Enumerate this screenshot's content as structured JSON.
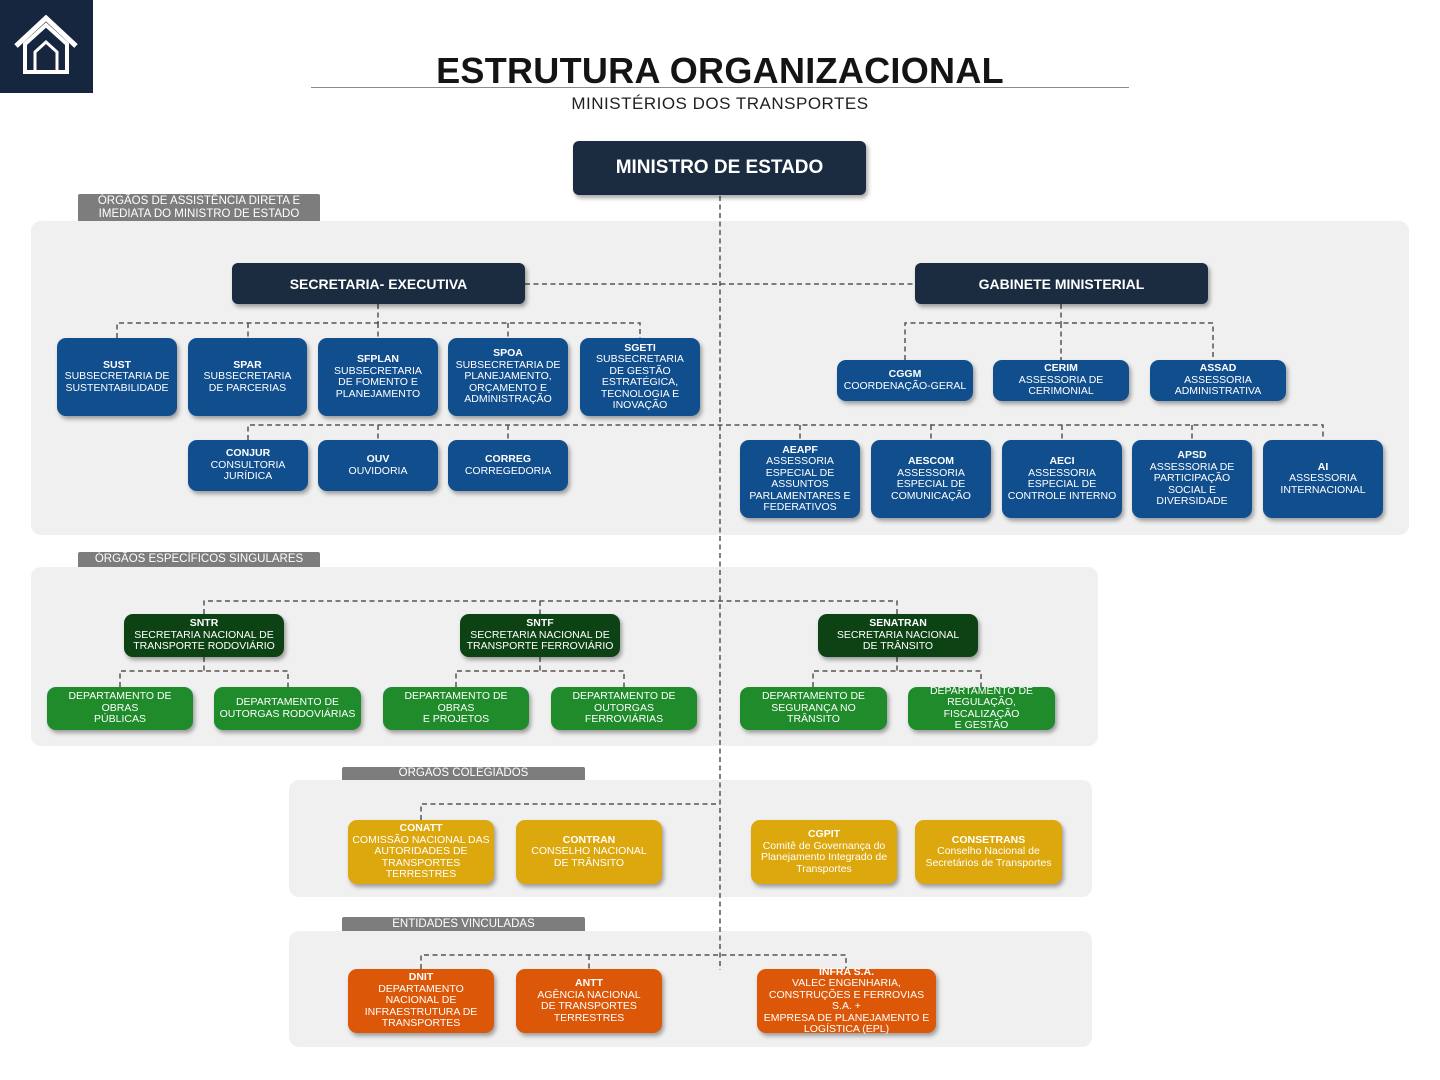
{
  "header": {
    "title": "ESTRUTURA ORGANIZACIONAL",
    "subtitle": "MINISTÉRIOS DOS TRANSPORTES",
    "logo_icon": "house-icon"
  },
  "top": {
    "minister": "MINISTRO DE ESTADO"
  },
  "sections": {
    "assistencia": "ÓRGÃOS DE ASSISTÊNCIA DIRETA E IMEDIATA DO MINISTRO DE ESTADO",
    "especificos": "ÓRGÃOS ESPECÍFICOS SINGULARES",
    "colegiados": "ÓRGÃOS COLEGIADOS",
    "vinculadas": "ENTIDADES VINCULADAS"
  },
  "assistencia": {
    "secretaria_executiva": "SECRETARIA- EXECUTIVA",
    "gabinete": "GABINETE MINISTERIAL",
    "subsecretarias": [
      {
        "abbr": "SUST",
        "desc": "SUBSECRETARIA DE\nSUSTENTABILIDADE"
      },
      {
        "abbr": "SPAR",
        "desc": "SUBSECRETARIA\nDE PARCERIAS"
      },
      {
        "abbr": "SFPLAN",
        "desc": "SUBSECRETARIA\nDE FOMENTO E\nPLANEJAMENTO"
      },
      {
        "abbr": "SPOA",
        "desc": "SUBSECRETARIA DE\nPLANEJAMENTO,\nORÇAMENTO E\nADMINISTRAÇÃO"
      },
      {
        "abbr": "SGETI",
        "desc": "SUBSECRETARIA\nDE GESTÃO\nESTRATÉGICA,\nTECNOLOGIA E\nINOVAÇÃO"
      }
    ],
    "orgaos_se": [
      {
        "abbr": "CONJUR",
        "desc": "CONSULTORIA\nJURÍDICA"
      },
      {
        "abbr": "OUV",
        "desc": "OUVIDORIA"
      },
      {
        "abbr": "CORREG",
        "desc": "CORREGEDORIA"
      }
    ],
    "gabinete_unidades": [
      {
        "abbr": "CGGM",
        "desc": "COORDENAÇÃO-GERAL"
      },
      {
        "abbr": "CERIM",
        "desc": "ASSESSORIA DE\nCERIMONIAL"
      },
      {
        "abbr": "ASSAD",
        "desc": "ASSESSORIA\nADMINISTRATIVA"
      }
    ],
    "assessorias": [
      {
        "abbr": "AEAPF",
        "desc": "ASSESSORIA\nESPECIAL DE\nASSUNTOS\nPARLAMENTARES E\nFEDERATIVOS"
      },
      {
        "abbr": "AESCOM",
        "desc": "ASSESSORIA\nESPECIAL DE\nCOMUNICAÇÃO"
      },
      {
        "abbr": "AECI",
        "desc": "ASSESSORIA\nESPECIAL DE\nCONTROLE INTERNO"
      },
      {
        "abbr": "APSD",
        "desc": "ASSESSORIA DE\nPARTICIPAÇÃO\nSOCIAL E\nDIVERSIDADE"
      },
      {
        "abbr": "AI",
        "desc": "ASSESSORIA\nINTERNACIONAL"
      }
    ]
  },
  "especificos": {
    "secretarias": [
      {
        "abbr": "SNTR",
        "desc": "SECRETARIA NACIONAL DE\nTRANSPORTE RODOVIÁRIO"
      },
      {
        "abbr": "SNTF",
        "desc": "SECRETARIA NACIONAL DE\nTRANSPORTE FERROVIÁRIO"
      },
      {
        "abbr": "SENATRAN",
        "desc": "SECRETARIA NACIONAL\nDE TRÂNSITO"
      }
    ],
    "departamentos": [
      {
        "desc": "DEPARTAMENTO DE OBRAS\nPÚBLICAS"
      },
      {
        "desc": "DEPARTAMENTO DE\nOUTORGAS RODOVIÁRIAS"
      },
      {
        "desc": "DEPARTAMENTO DE OBRAS\nE PROJETOS"
      },
      {
        "desc": "DEPARTAMENTO DE\nOUTORGAS FERROVIÁRIAS"
      },
      {
        "desc": "DEPARTAMENTO DE\nSEGURANÇA NO TRÂNSITO"
      },
      {
        "desc": "DEPARTAMENTO DE\nREGULAÇÃO, FISCALIZAÇÃO\nE GESTÃO"
      }
    ]
  },
  "colegiados": [
    {
      "abbr": "CONATT",
      "desc": "COMISSÃO NACIONAL DAS\nAUTORIDADES DE\nTRANSPORTES TERRESTRES"
    },
    {
      "abbr": "CONTRAN",
      "desc": "CONSELHO NACIONAL\nDE TRÂNSITO"
    },
    {
      "abbr": "CGPIT",
      "desc": "Comitê de Governança do\nPlanejamento Integrado de\nTransportes"
    },
    {
      "abbr": "CONSETRANS",
      "desc": "Conselho Nacional de\nSecretários de Transportes"
    }
  ],
  "vinculadas": [
    {
      "abbr": "DNIT",
      "desc": "DEPARTAMENTO\nNACIONAL DE\nINFRAESTRUTURA DE\nTRANSPORTES"
    },
    {
      "abbr": "ANTT",
      "desc": "AGÊNCIA NACIONAL\nDE TRANSPORTES\nTERRESTRES"
    },
    {
      "abbr": "INFRA S.A.",
      "desc": "VALEC ENGENHARIA,\nCONSTRUÇÕES E FERROVIAS S.A. +\nEMPRESA DE PLANEJAMENTO E\nLOGÍSTICA (EPL)"
    }
  ],
  "colors": {
    "logo_bg": "#17263f",
    "navy": "#1b2c40",
    "blue": "#114e8e",
    "dark_green": "#0d4214",
    "green": "#1f8b2a",
    "yellow": "#dca80d",
    "orange": "#dc5808",
    "panel": "#f0f0f0",
    "tab": "#7d7d7d"
  }
}
